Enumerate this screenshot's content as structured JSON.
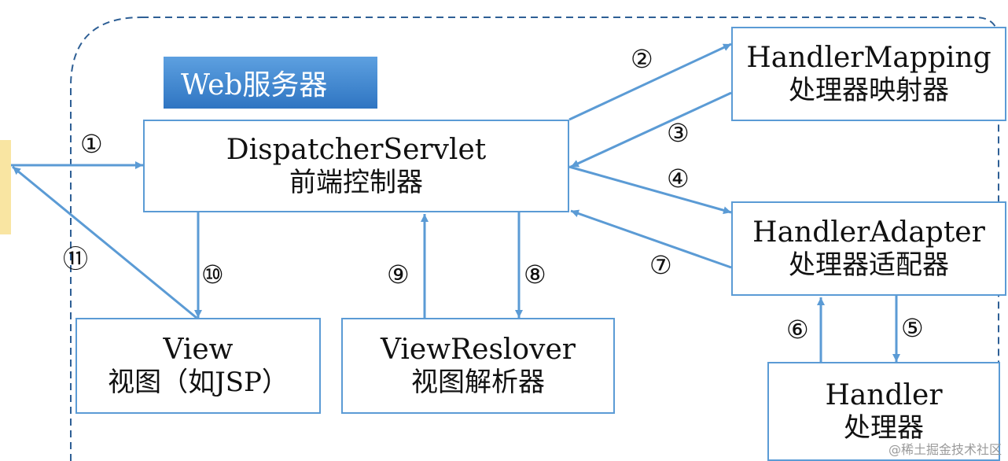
{
  "container_label": "Web服务器",
  "colors": {
    "accent": "#5b9bd5",
    "container_border": "#2e5f95",
    "label_bg": "#2f75c2"
  },
  "boxes": {
    "dispatcher": {
      "en": "DispatcherServlet",
      "zh": "前端控制器"
    },
    "mapping": {
      "en": "HandlerMapping",
      "zh": "处理器映射器"
    },
    "adapter": {
      "en": "HandlerAdapter",
      "zh": "处理器适配器"
    },
    "handler": {
      "en": "Handler",
      "zh": "处理器"
    },
    "view": {
      "en": "View",
      "zh": "视图（如JSP）"
    },
    "resolver": {
      "en": "ViewReslover",
      "zh": "视图解析器"
    }
  },
  "steps": {
    "s1": "①",
    "s2": "②",
    "s3": "③",
    "s4": "④",
    "s5": "⑤",
    "s6": "⑥",
    "s7": "⑦",
    "s8": "⑧",
    "s9": "⑨",
    "s10": "⑩",
    "s11": "⑪"
  },
  "watermark": "@稀土掘金技术社区"
}
